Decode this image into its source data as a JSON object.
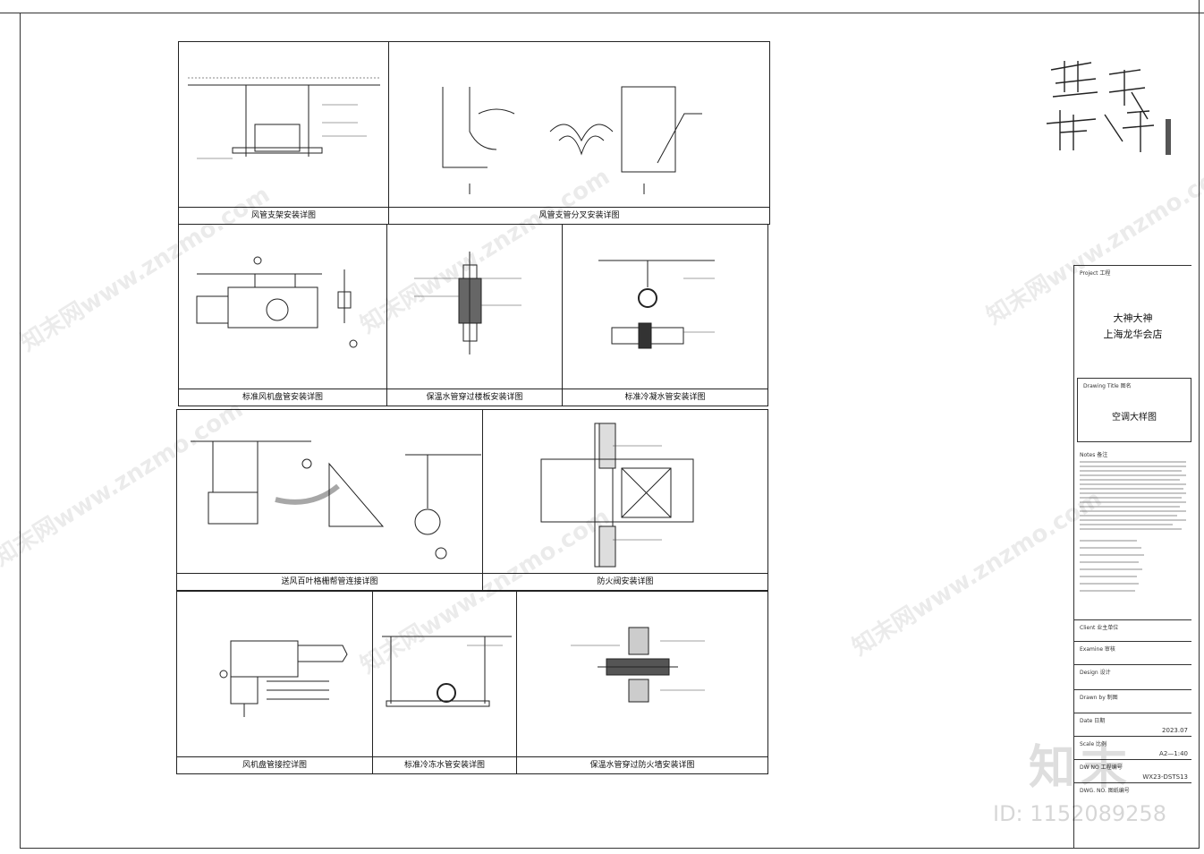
{
  "panels": {
    "p1": "风管支架安装详图",
    "p2": "风管支管分叉安装详图",
    "p3": "标准风机盘管安装详图",
    "p4": "保温水管穿过楼板安装详图",
    "p5": "标准冷凝水管安装详图",
    "p6": "送风百叶格栅帮管连接详图",
    "p7": "防火阀安装详图",
    "p8": "风机盘管接控详图",
    "p9": "标准冷冻水管安装详图",
    "p10": "保温水管穿过防火墙安装详图"
  },
  "title_block": {
    "project_label": "Project 工程",
    "project_name_line1": "大神大神",
    "project_name_line2": "上海龙华会店",
    "drawing_title_label": "Drawing Title 图名",
    "drawing_title": "空调大样图",
    "notes_label": "Notes 备注",
    "client_label": "Client 业主单位",
    "examine_label": "Examine 审核",
    "design_label": "Design 设计",
    "drawn_label": "Drawn by 制图",
    "date_label": "Date 日期",
    "date_value": "2023.07",
    "scale_label": "Scale 比例",
    "scale_value": "A2—1:40",
    "dwg_no_label": "DW NO 工程编号",
    "dwg_no_value": "WX23-DSTS13",
    "dwg_no2_label": "DWG. NO. 图纸编号"
  },
  "watermarks": {
    "site": "知末网www.znzmo.com",
    "logo_text": "知末",
    "id_text": "ID: 1152089258"
  }
}
